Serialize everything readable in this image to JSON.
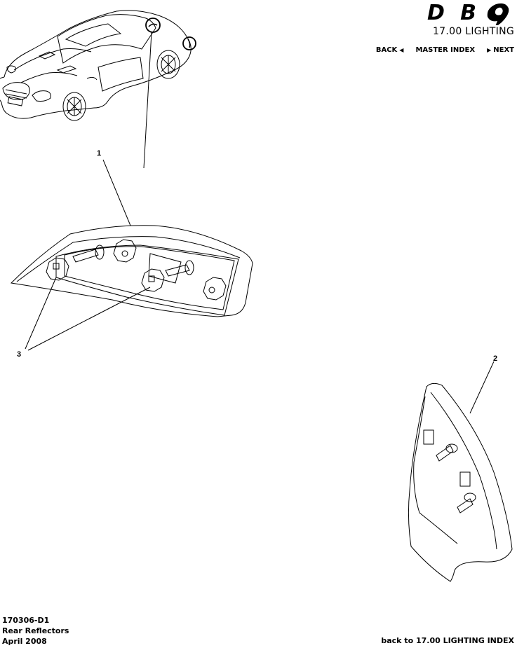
{
  "header": {
    "logo_text": "DB9",
    "section_title": "17.00 LIGHTING"
  },
  "nav": {
    "back_label": "BACK",
    "master_index_label": "MASTER INDEX",
    "next_label": "NEXT"
  },
  "callouts": {
    "item_1": "1",
    "item_2": "2",
    "item_3": "3"
  },
  "footer": {
    "part_number": "170306-D1",
    "part_name": "Rear Reflectors",
    "date": "April 2008",
    "back_to_index_label": "back to 17.00 LIGHTING INDEX"
  },
  "colors": {
    "line": "#000000",
    "background": "#ffffff"
  }
}
